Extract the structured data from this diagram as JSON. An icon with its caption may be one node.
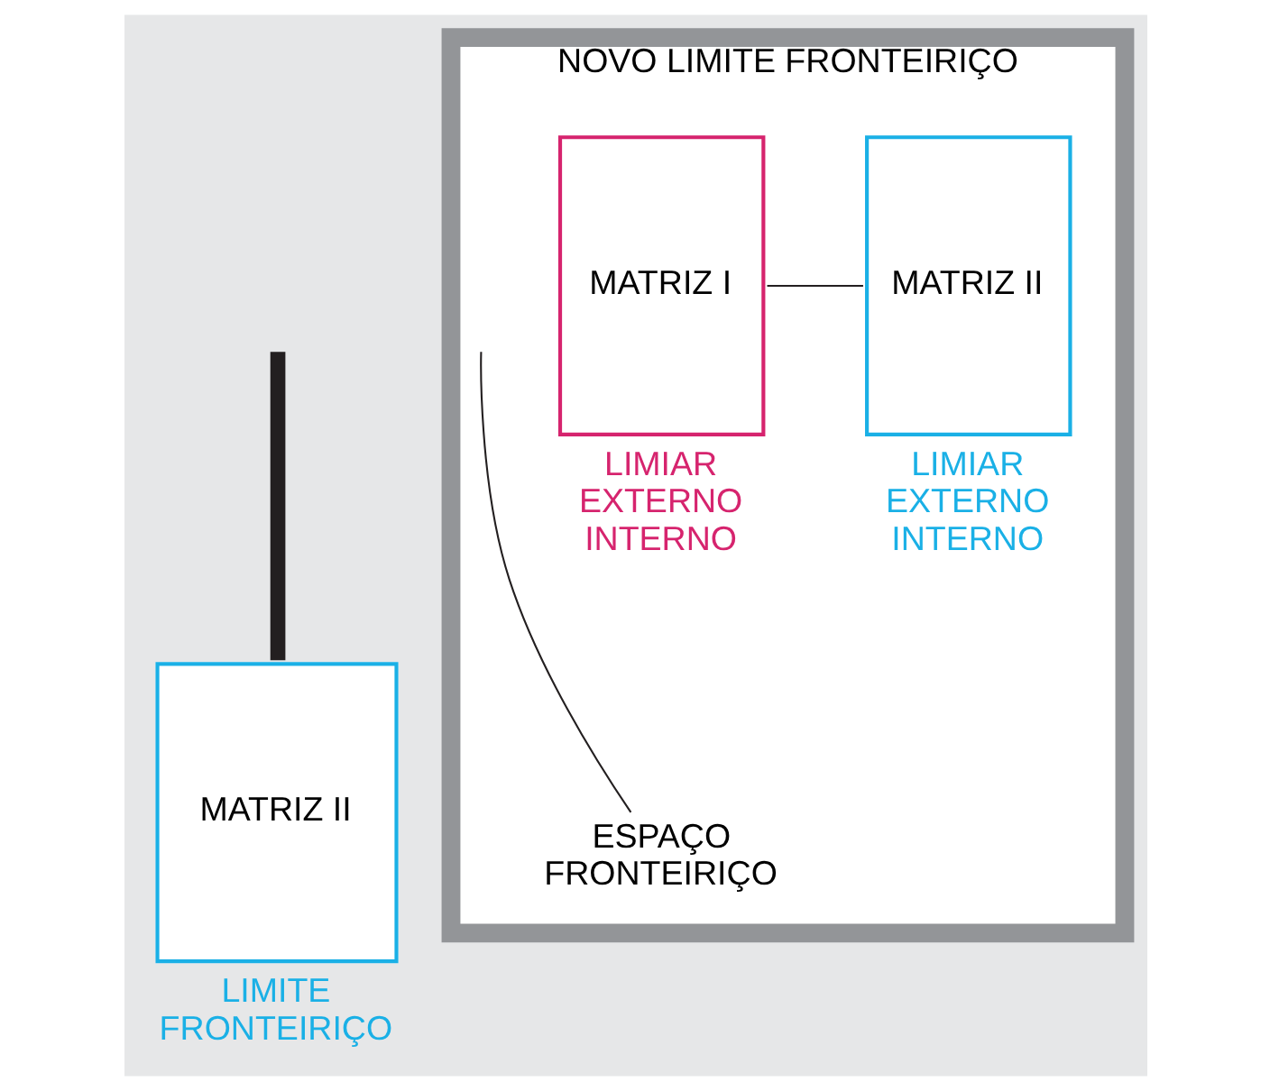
{
  "diagram": {
    "nodes": [
      {
        "text": [
          "MATRIZ II"
        ],
        "beside": [
          "LIMITE FRONTEIRIÇO"
        ]
      },
      {
        "text": [
          "NOVO LIMITE FRONTEIRIÇO"
        ]
      },
      {
        "text": [
          "MATRIZ I"
        ],
        "in": 1,
        "beside": [
          "LIMIAR EXTERNO INTERNO"
        ]
      },
      {
        "text": [
          "MATRIZ II"
        ],
        "in": 1,
        "beside": [
          "LIMIAR EXTERNO INTERNO"
        ]
      },
      {
        "text": [
          "ESPAÇO FRONTEIRIÇO"
        ],
        "in": 1
      }
    ],
    "edges": [
      {
        "from": null,
        "to": 0,
        "arrow": "none",
        "style": "thick"
      },
      {
        "from": 2,
        "to": 3,
        "arrow": "none"
      },
      {
        "from": 4,
        "to": null,
        "arrow": "none"
      }
    ]
  }
}
